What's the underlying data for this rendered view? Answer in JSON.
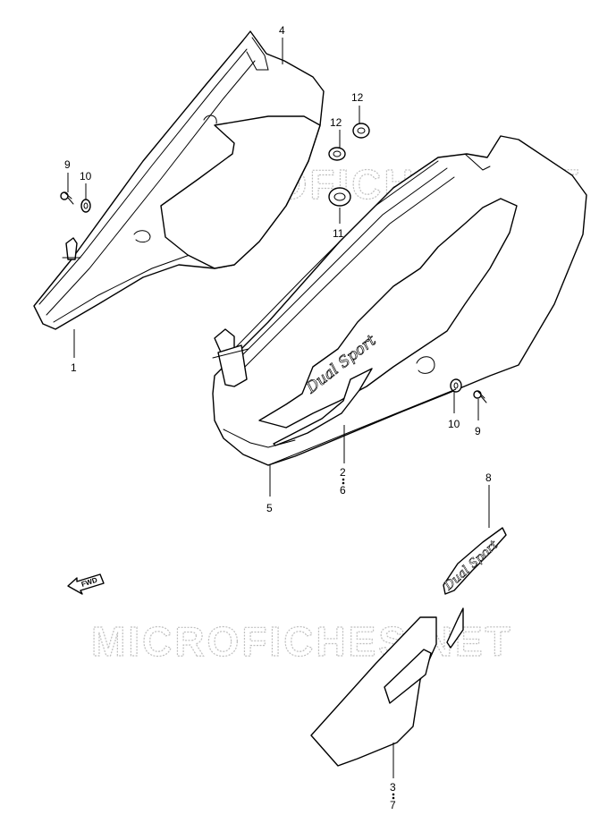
{
  "watermark": "MICROFICHES.NET",
  "direction_label": "FWD",
  "decal_text": "Dual Sport",
  "callouts": {
    "c1": "1",
    "c2": "2",
    "c3": "3",
    "c4": "4",
    "c5": "5",
    "c6": "6",
    "c7": "7",
    "c8": "8",
    "c9a": "9",
    "c9b": "9",
    "c10a": "10",
    "c10b": "10",
    "c11": "11",
    "c12a": "12",
    "c12b": "12"
  }
}
